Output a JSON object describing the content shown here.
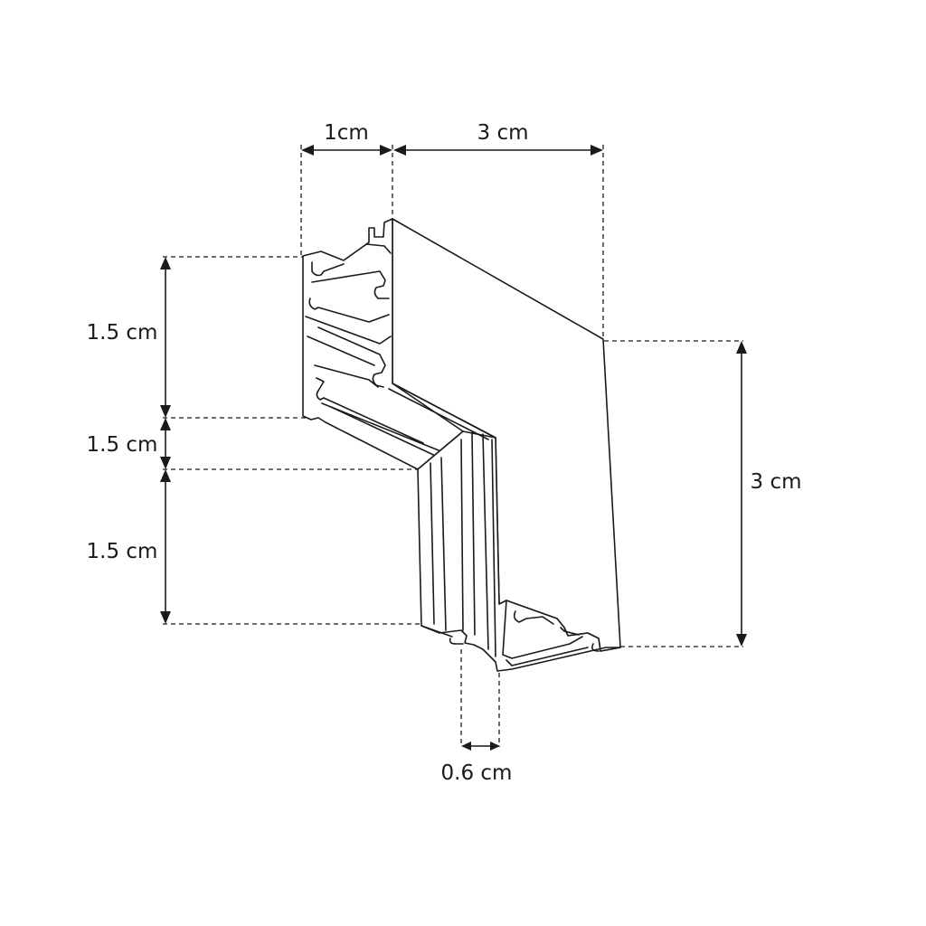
{
  "dimensions": {
    "top_left_width": "1cm",
    "top_right_width": "3 cm",
    "left_upper_height": "1.5 cm",
    "left_middle_height": "1.5 cm",
    "left_lower_height": "1.5 cm",
    "right_height": "3 cm",
    "bottom_width": "0.6 cm"
  },
  "colors": {
    "line": "#1a1a1a",
    "background": "#ffffff"
  }
}
